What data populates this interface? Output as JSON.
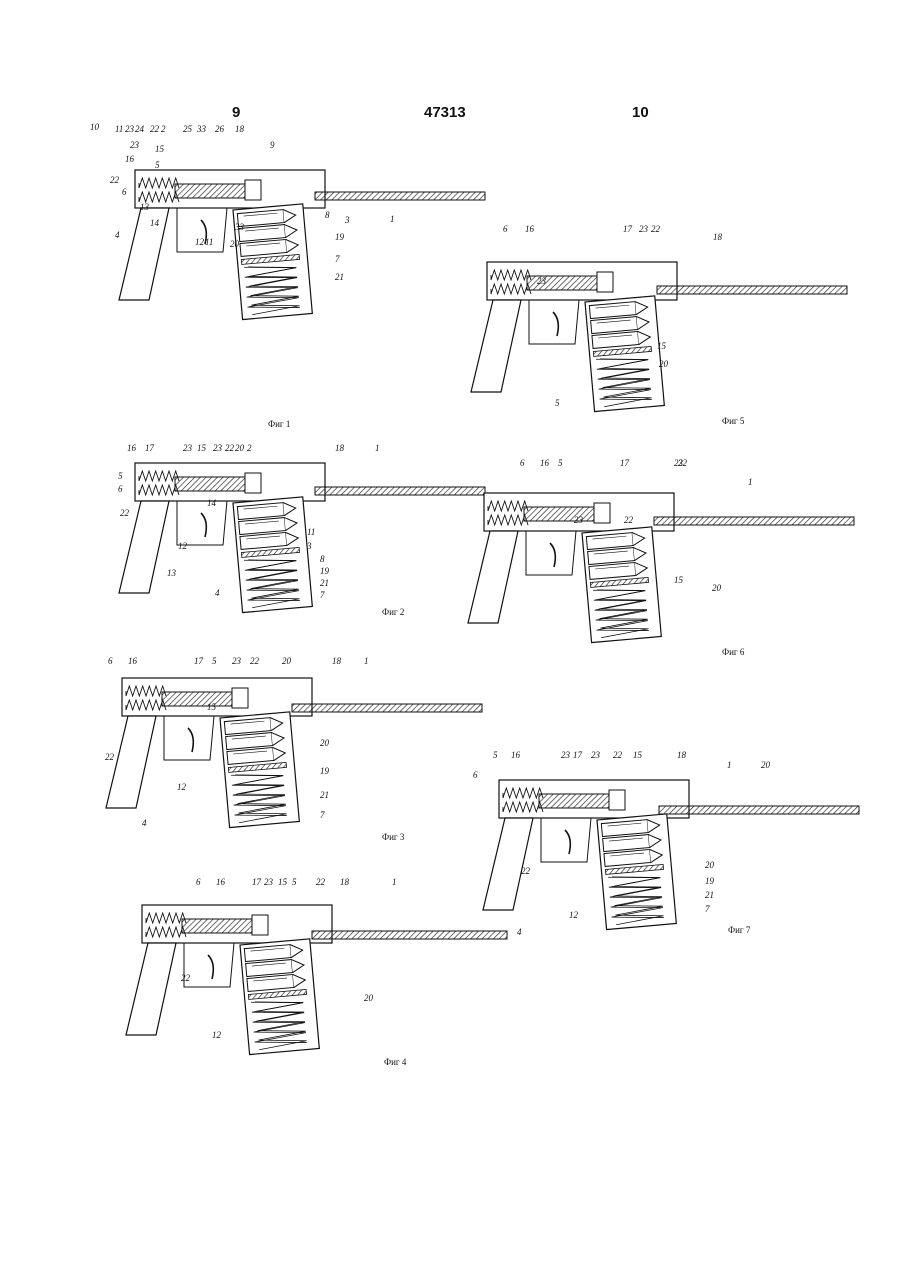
{
  "header": {
    "page_left": "9",
    "patent_number": "47313",
    "page_right": "10"
  },
  "figures": [
    {
      "caption": "Фиг 1",
      "labels": [
        "10",
        "11",
        "23",
        "24",
        "22",
        "2",
        "23",
        "25",
        "33",
        "26",
        "18",
        "9",
        "16",
        "15",
        "5",
        "6",
        "22",
        "14",
        "13",
        "12",
        "11",
        "20",
        "33",
        "8",
        "3",
        "1",
        "4",
        "19",
        "7",
        "21"
      ]
    },
    {
      "caption": "Фиг 2",
      "labels": [
        "16",
        "17",
        "23",
        "15",
        "23",
        "22",
        "20",
        "2",
        "18",
        "1",
        "5",
        "6",
        "22",
        "14",
        "12",
        "13",
        "4",
        "11",
        "3",
        "8",
        "19",
        "21",
        "7"
      ]
    },
    {
      "caption": "Фиг 3",
      "labels": [
        "6",
        "16",
        "17",
        "5",
        "23",
        "22",
        "20",
        "18",
        "1",
        "15",
        "22",
        "12",
        "4",
        "20",
        "19",
        "21",
        "7"
      ]
    },
    {
      "caption": "Фиг 4",
      "labels": [
        "6",
        "16",
        "17",
        "23",
        "15",
        "5",
        "22",
        "18",
        "1",
        "22",
        "12",
        "20"
      ]
    },
    {
      "caption": "Фиг 5",
      "labels": [
        "6",
        "16",
        "17",
        "23",
        "22",
        "18",
        "23",
        "5",
        "15",
        "20"
      ]
    },
    {
      "caption": "Фиг 6",
      "labels": [
        "6",
        "16",
        "5",
        "17",
        "23",
        "22",
        "1",
        "23",
        "22",
        "15",
        "20"
      ]
    },
    {
      "caption": "Фиг 7",
      "labels": [
        "5",
        "16",
        "23",
        "17",
        "23",
        "22",
        "15",
        "18",
        "1",
        "20",
        "6",
        "22",
        "12",
        "4",
        "20",
        "19",
        "21",
        "7"
      ]
    }
  ]
}
